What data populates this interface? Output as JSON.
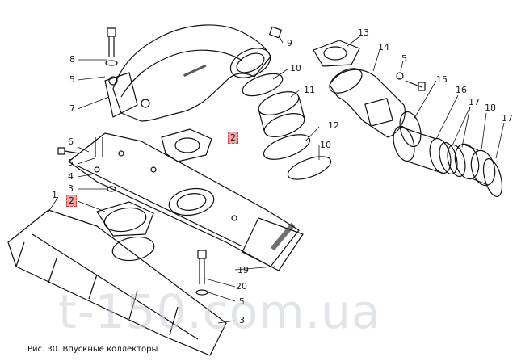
{
  "caption": "Рис. 30. Впускные коллекторы",
  "watermark": "t-150.com.ua",
  "callouts": {
    "c8": "8",
    "c5a": "5",
    "c7": "7",
    "c9": "9",
    "c10a": "10",
    "c11": "11",
    "c13": "13",
    "c14": "14",
    "c5b": "5",
    "c15": "15",
    "c16": "16",
    "c17a": "17",
    "c18": "18",
    "c17b": "17",
    "c12": "12",
    "c10b": "10",
    "c2a": "2",
    "c6": "6",
    "c5c": "5",
    "c4": "4",
    "c3a": "3",
    "c1": "1",
    "c2b": "2",
    "c19": "19",
    "c20": "20",
    "c5d": "5",
    "c3b": "3"
  }
}
